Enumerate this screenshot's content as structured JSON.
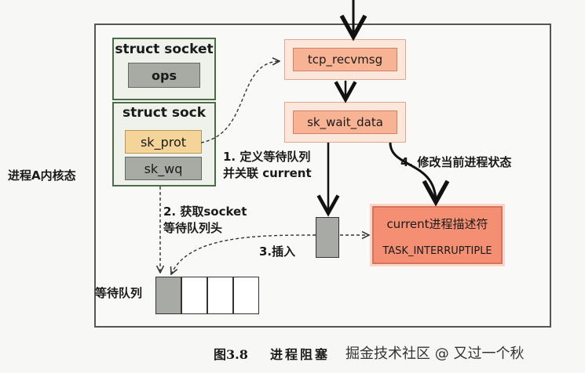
{
  "diagram": {
    "left_label": "进程A内核态",
    "struct_socket": {
      "title": "struct socket",
      "ops": "ops"
    },
    "struct_sock": {
      "title": "struct sock",
      "sk_prot": "sk_prot",
      "sk_wq": "sk_wq"
    },
    "tcp_recvmsg": "tcp_recvmsg",
    "sk_wait_data": "sk_wait_data",
    "current": {
      "title": "current进程描述符",
      "state": "TASK_INTERRUPTIPLE"
    },
    "steps": {
      "step1_line1": "1. 定义等待队列",
      "step1_line2": "并关联 current",
      "step2_line1": "2. 获取socket",
      "step2_line2": "等待队列头",
      "step3": "3.插入",
      "step4": "4. 修改当前进程状态"
    },
    "queue_label": "等待队列"
  },
  "caption": {
    "figure": "图3.8",
    "title": "进程阻塞",
    "watermark": "掘金技术社区 @ 又过一个秋"
  }
}
